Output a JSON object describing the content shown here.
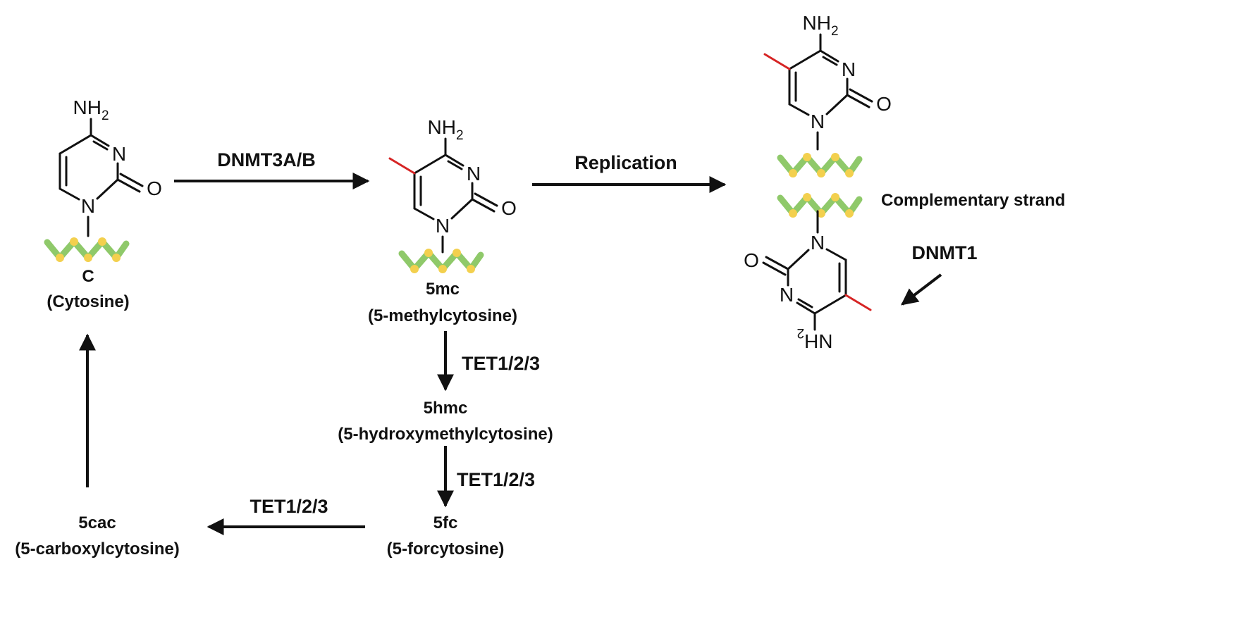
{
  "molecules": {
    "cytosine": {
      "short": "C",
      "full": "(Cytosine)"
    },
    "m5c": {
      "short": "5mc",
      "full": "(5-methylcytosine)"
    },
    "hm5c": {
      "short": "5hmc",
      "full": "(5-hydroxymethylcytosine)"
    },
    "f5c": {
      "short": "5fc",
      "full": "(5-forcytosine)"
    },
    "ca5c": {
      "short": "5cac",
      "full": "(5-carboxylcytosine)"
    }
  },
  "enzymes": {
    "de_novo": "DNMT3A/B",
    "replication": "Replication",
    "tet_1": "TET1/2/3",
    "tet_2": "TET1/2/3",
    "tet_3": "TET1/2/3",
    "maintenance": "DNMT1"
  },
  "strand_label": "Complementary strand",
  "atoms": {
    "amine": "NH",
    "amine_sub": "2",
    "nitrogen": "N",
    "oxygen": "O"
  },
  "colors": {
    "methyl": "#d62424",
    "backbone": "#8fc96a",
    "backbone_node": "#f3d04e"
  }
}
